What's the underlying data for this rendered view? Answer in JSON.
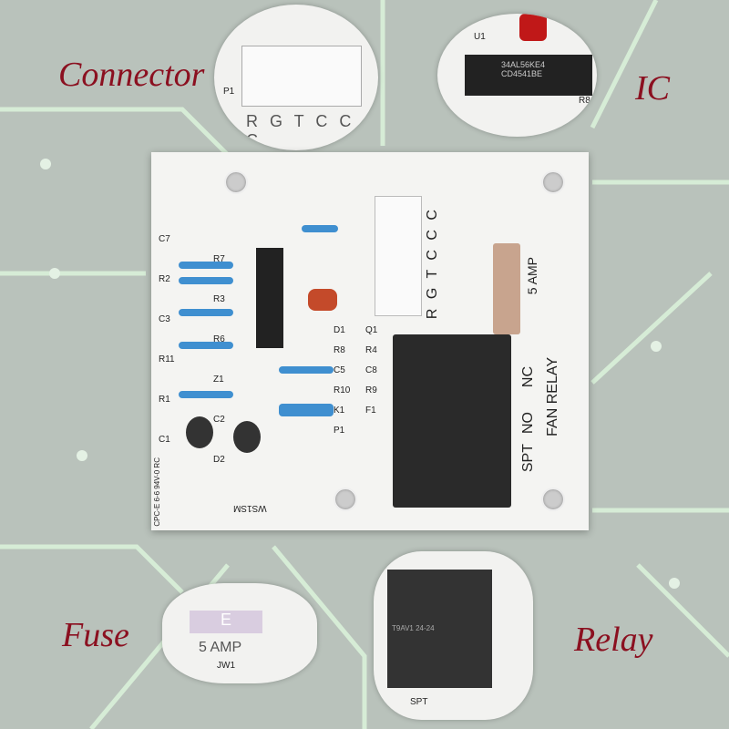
{
  "labels": {
    "connector": "Connector",
    "ic": "IC",
    "fuse": "Fuse",
    "relay": "Relay"
  },
  "connector_zoom": {
    "pins": "R G T C C C",
    "ref": "P1"
  },
  "ic_zoom": {
    "line1": "34AL56KE4",
    "line2": "CD4541BE",
    "ref": "U1",
    "r8": "R8"
  },
  "fuse_zoom": {
    "text": "5  AMP",
    "ref": "JW1",
    "body": "E"
  },
  "relay_zoom": {
    "line1": "T9AV1 24-24",
    "spt": "SPT"
  },
  "board": {
    "components": [
      "C7",
      "R7",
      "R2",
      "R3",
      "C3",
      "R6",
      "R11",
      "Z1",
      "R1",
      "C2",
      "C1",
      "D2",
      "D1",
      "Q1",
      "R8",
      "R4",
      "C5",
      "C8",
      "R10",
      "R9",
      "K1",
      "F1",
      "P1"
    ],
    "connector_pins": "R G T C C C",
    "fuse_text": "5  AMP",
    "relay_labels": {
      "nc": "NC",
      "no": "NO",
      "fan_relay": "FAN RELAY",
      "spt": "SPT"
    },
    "model": "WS1SM",
    "code": "CPC-E 6-6 94V-0 RC"
  }
}
